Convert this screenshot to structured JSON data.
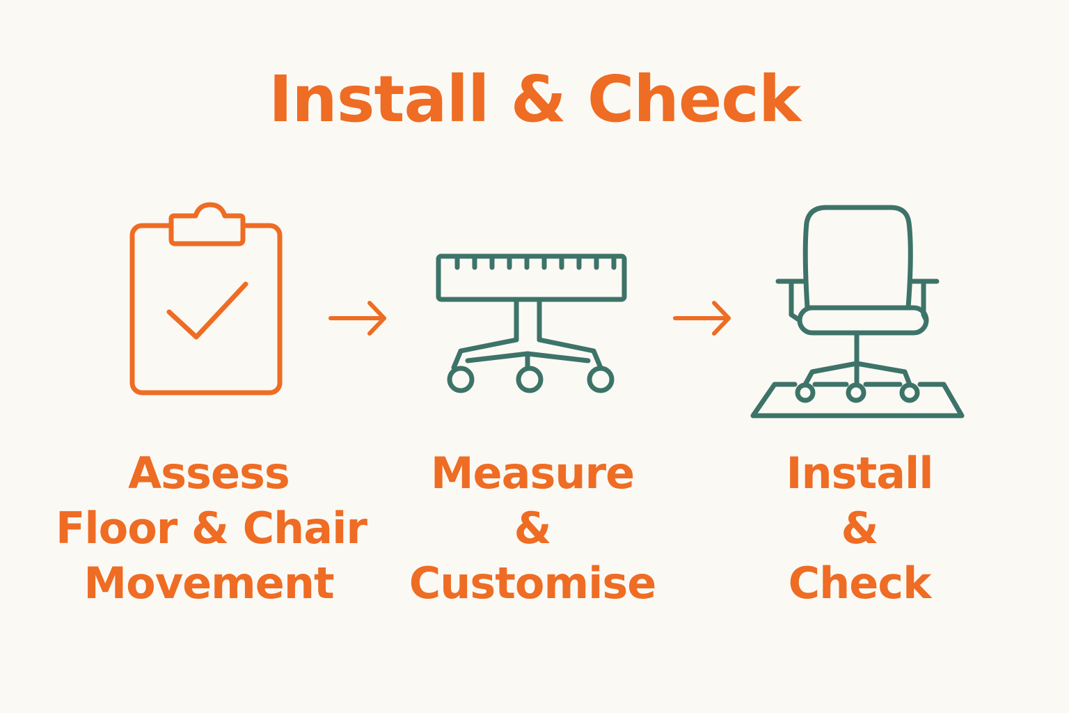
{
  "title": "Install & Check",
  "colors": {
    "accent_orange": "#ee6c23",
    "icon_green": "#3d7368",
    "background": "#fbf9f4"
  },
  "steps": [
    {
      "icon": "clipboard-check-icon",
      "lines": [
        "Assess",
        "Floor & Chair",
        "Movement"
      ]
    },
    {
      "icon": "ruler-chair-base-icon",
      "lines": [
        "Measure",
        "&",
        "Customise"
      ]
    },
    {
      "icon": "office-chair-on-mat-icon",
      "lines": [
        "Install",
        "&",
        "Check"
      ]
    }
  ],
  "connectors": [
    "arrow-right-icon",
    "arrow-right-icon"
  ]
}
